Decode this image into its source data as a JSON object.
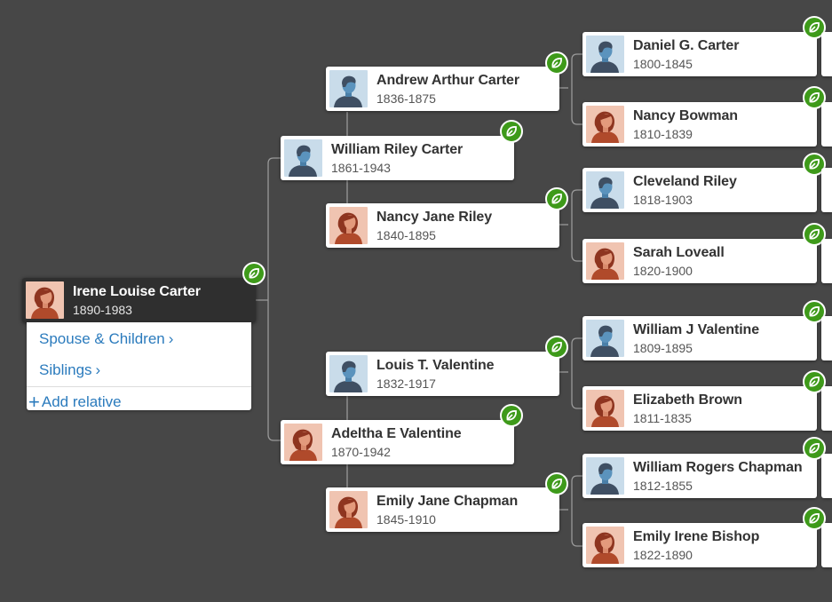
{
  "focus": {
    "name": "Irene Louise Carter",
    "dates": "1890-1983",
    "icon": "female-avatar-icon"
  },
  "menu": {
    "spouse_children": "Spouse & Children",
    "siblings": "Siblings",
    "add_relative": "Add relative",
    "chevron": "›",
    "plus": "+"
  },
  "parents": {
    "father": {
      "name": "William Riley Carter",
      "dates": "1861-1943",
      "icon": "male-avatar-icon"
    },
    "mother": {
      "name": "Adeltha E Valentine",
      "dates": "1870-1942",
      "icon": "female-avatar-icon"
    }
  },
  "grandparents": {
    "paternal_gf": {
      "name": "Andrew Arthur Carter",
      "dates": "1836-1875",
      "icon": "male-avatar-icon"
    },
    "paternal_gm": {
      "name": "Nancy Jane Riley",
      "dates": "1840-1895",
      "icon": "female-avatar-icon"
    },
    "maternal_gf": {
      "name": "Louis T. Valentine",
      "dates": "1832-1917",
      "icon": "male-avatar-icon"
    },
    "maternal_gm": {
      "name": "Emily Jane Chapman",
      "dates": "1845-1910",
      "icon": "female-avatar-icon"
    }
  },
  "great_grandparents": {
    "ggf1": {
      "name": "Daniel G. Carter",
      "dates": "1800-1845",
      "icon": "male-avatar-icon"
    },
    "ggm1": {
      "name": "Nancy Bowman",
      "dates": "1810-1839",
      "icon": "female-avatar-icon"
    },
    "ggf2": {
      "name": "Cleveland Riley",
      "dates": "1818-1903",
      "icon": "male-avatar-icon"
    },
    "ggm2": {
      "name": "Sarah Loveall",
      "dates": "1820-1900",
      "icon": "female-avatar-icon"
    },
    "ggf3": {
      "name": "William J Valentine",
      "dates": "1809-1895",
      "icon": "male-avatar-icon"
    },
    "ggm3": {
      "name": "Elizabeth Brown",
      "dates": "1811-1835",
      "icon": "female-avatar-icon"
    },
    "ggf4": {
      "name": "William Rogers Chapman",
      "dates": "1812-1855",
      "icon": "male-avatar-icon"
    },
    "ggm4": {
      "name": "Emily Irene Bishop",
      "dates": "1822-1890",
      "icon": "female-avatar-icon"
    }
  },
  "colors": {
    "background": "#474747",
    "hint_green": "#3e9a1a",
    "link_blue": "#2b7bbd",
    "male_bg": "#c9dcea",
    "male_figure": "#3f4f63",
    "female_bg": "#f0c4b1",
    "female_figure": "#b04a2b"
  }
}
